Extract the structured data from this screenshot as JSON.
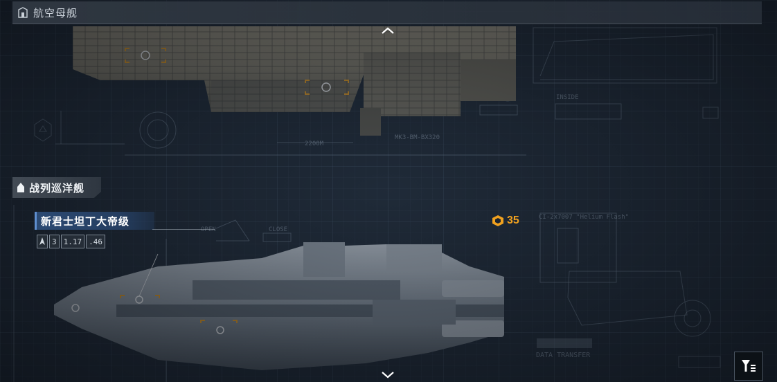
{
  "sections": {
    "carrier": {
      "label": "航空母舰"
    },
    "battlecruiser": {
      "label": "战列巡洋舰"
    }
  },
  "selected_ship": {
    "name": "新君士坦丁大帝级",
    "tier": "3",
    "stat_a": "1.17",
    "stat_b": ".46",
    "cost": "35"
  },
  "blueprint_labels": {
    "length": "2200M",
    "model": "MK3-BM-BX320",
    "inside": "INSIDE",
    "open": "OPEN",
    "close": "CLOSE",
    "data_transfer": "DATA TRANSFER",
    "weapon_tag": "CI-2x7007 \"Helium Flash\""
  },
  "colors": {
    "accent_orange": "#f0a11f",
    "name_tag_blue": "#2c4a73"
  },
  "icons": [
    "hangar-icon",
    "ship-class-icon",
    "cost-icon",
    "chevron-up-icon",
    "chevron-down-icon",
    "filter-icon"
  ]
}
